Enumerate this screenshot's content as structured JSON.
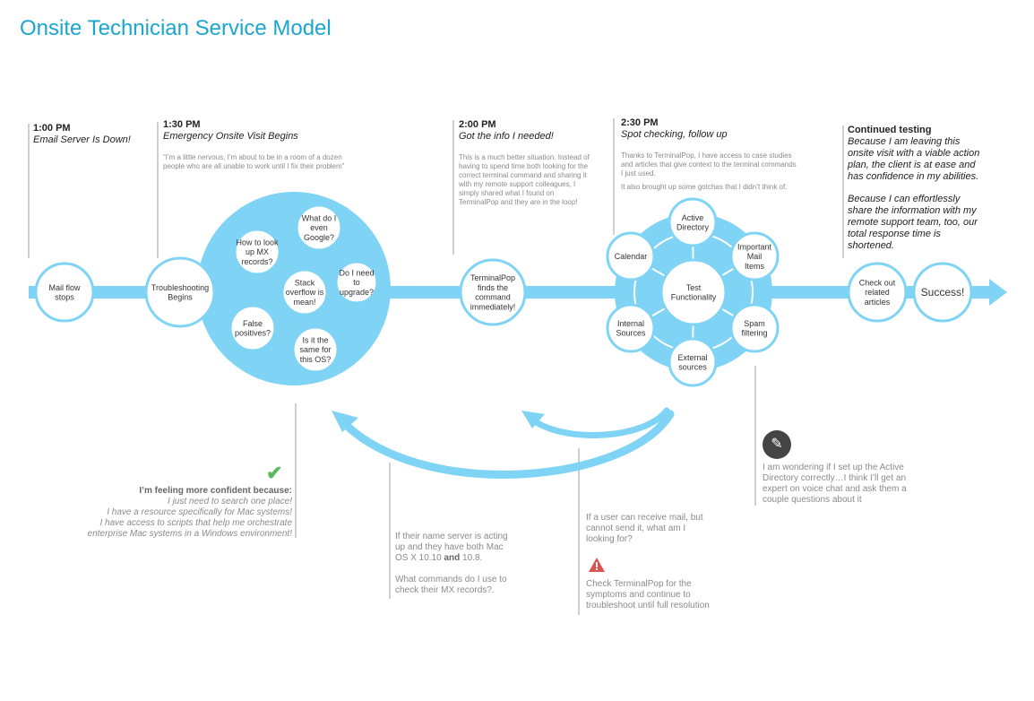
{
  "title": "Onsite Technician Service Model",
  "stages": [
    {
      "time": "1:00 PM",
      "subtitle": "Email Server Is Down!",
      "quote": ""
    },
    {
      "time": "1:30 PM",
      "subtitle": "Emergency Onsite Visit Begins",
      "quote": "“I’m a little nervous, I’m about to be in a room of a dozen people who are all unable to work until I fix their problem”"
    },
    {
      "time": "2:00 PM",
      "subtitle": "Got the info I needed!",
      "quote": "This is a much better situation. Instead of having to spend time both looking for the correct terminal command and sharing it with my remote support colleagues, I simply shared what I found on TerminalPop and they are in the loop!"
    },
    {
      "time": "2:30 PM",
      "subtitle": "Spot checking, follow up",
      "quote": "Thanks to TerminalPop, I have access to case studies and articles that give context to the terminal commands I just used.",
      "quote2": "It also brought up some gotchas that I didn’t think of."
    },
    {
      "time": "Continued testing",
      "subtitle": "Because I am leaving this onsite visit with a viable action plan, the client is at ease and has confidence in my abilities.",
      "subtitle2": "Because I can effortlessly share the information with my remote support team, too, our total response time is shortened."
    }
  ],
  "nodes": {
    "mail_flow": [
      "Mail flow",
      "stops"
    ],
    "troubleshooting": [
      "Troubleshooting",
      "Begins"
    ],
    "terminalpop": [
      "TerminalPop",
      "finds the",
      "command",
      "immediately!"
    ],
    "check_out": [
      "Check out",
      "related",
      "articles"
    ],
    "success": "Success!"
  },
  "questions": [
    [
      "How to look",
      "up MX",
      "records?"
    ],
    [
      "What do I",
      "even",
      "Google?"
    ],
    [
      "Stack",
      "overflow is",
      "mean!"
    ],
    [
      "Do I need",
      "to",
      "upgrade?"
    ],
    [
      "False",
      "positives?"
    ],
    [
      "Is it the",
      "same for",
      "this OS?"
    ]
  ],
  "hub": {
    "center": [
      "Test",
      "Functionality"
    ],
    "spokes": [
      [
        "Active",
        "Directory"
      ],
      [
        "Important",
        "Mail",
        "Items"
      ],
      [
        "Spam",
        "filtering"
      ],
      [
        "External",
        "sources"
      ],
      [
        "Internal",
        "Sources"
      ],
      [
        "Calendar"
      ]
    ]
  },
  "notes": {
    "confident_heading": "I’m feeling more confident because:",
    "confident_lines": [
      "I just need to search one place!",
      "I have a resource specifically for Mac systems!",
      "I have access to scripts that help me orchestrate",
      "enterprise Mac systems in a Windows environment!"
    ],
    "nameserver_a": "If their name server is acting up and they have both Mac OS X 10.10",
    "nameserver_and": "and",
    "nameserver_b": "10.8.",
    "nameserver_2": "What commands do I use to check their MX records?.",
    "receive_mail": "If a user can receive mail, but cannot send it, what am I looking for?",
    "check_terminalpop": "Check TerminalPop for the symptoms and continue to troubleshoot until full resolution",
    "active_directory": "I am wondering if I set up the Active Directory correctly…I think I’ll get an expert on voice chat and ask them a couple questions about it"
  },
  "colors": {
    "title": "#1aa6cf",
    "flow": "#7fd3f5",
    "node_stroke": "#7fd3f5",
    "check": "#5cb85c",
    "warning": "#d9534f",
    "mic_bg": "#444444"
  }
}
